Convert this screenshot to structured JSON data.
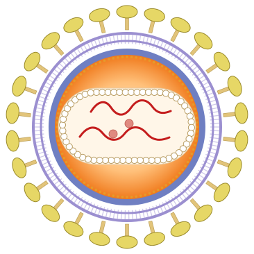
{
  "diagram": {
    "subject": "",
    "components": [
      {
        "id": "envelope-glycoproteins",
        "count": 26
      },
      {
        "id": "lipid-bilayer-envelope"
      },
      {
        "id": "matrix-protein-layer"
      },
      {
        "id": "capsid-interior"
      },
      {
        "id": "capsid-shell"
      },
      {
        "id": "rna-strand",
        "count": 2
      },
      {
        "id": "enzyme-granule",
        "count": 2
      }
    ],
    "colors": {
      "spike_fill": "#e6d766",
      "spike_stroke": "#9a8a2a",
      "stalk": "#e2c47a",
      "lipid_head": "#9b8fd0",
      "lipid_tail": "#cfc8ea",
      "matrix_ring": "#6f7fc2",
      "dot_ring": "#e59a2b",
      "interior_center": "#fff2d8",
      "interior_edge": "#f07a1c",
      "capsid_fill": "#fff6e8",
      "capsid_bead": "#ffffff",
      "capsid_bead_stroke": "#b89c62",
      "rna": "#c41d1d",
      "enzyme": "#e08a80"
    }
  }
}
